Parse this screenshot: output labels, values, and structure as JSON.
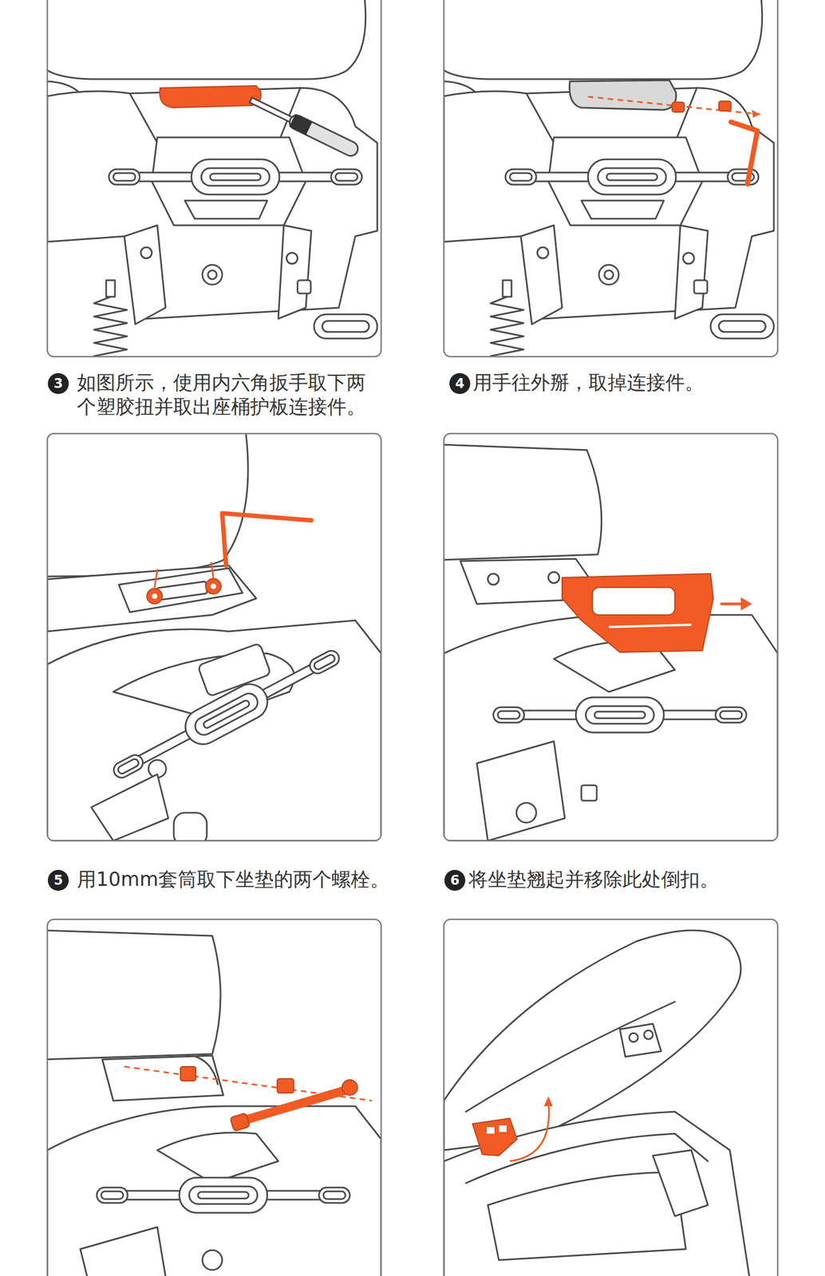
{
  "diagram": {
    "nodes": [
      {
        "text": [
          "3"
        ]
      },
      {
        "text": [
          "4"
        ]
      },
      {
        "text": [
          "5"
        ]
      },
      {
        "text": [
          "6"
        ]
      }
    ],
    "labels": [
      "如图所示，使用内六角扳手取下两个塑胶扭并取出座桶护板连接件。",
      "用手往外掰，取掉连接件。",
      "用10mm套筒取下坐垫的两个螺栓。",
      "将坐垫翘起并移除此处倒扣。"
    ]
  }
}
